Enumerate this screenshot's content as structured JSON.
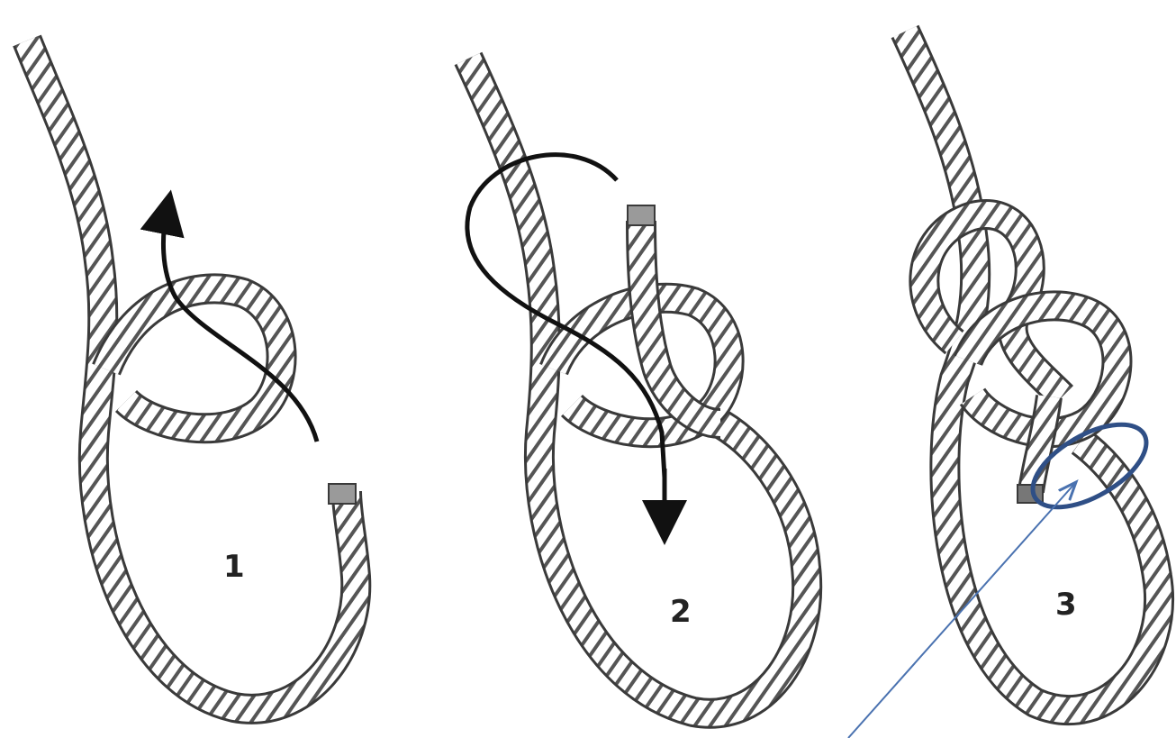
{
  "steps": [
    {
      "number": "1"
    },
    {
      "number": "2"
    },
    {
      "number": "3"
    }
  ],
  "colors": {
    "rope_outline": "#3a3a3a",
    "rope_body": "#ffffff",
    "rope_stripe": "#555555",
    "rope_end": "#9a9a9a",
    "arrow": "#111111",
    "highlight": "#2f4f86",
    "pointer": "#4a72b0"
  },
  "icons": {
    "direction_arrow": "arrow-up-curved",
    "down_arrow": "arrow-down",
    "highlight_ellipse": "ellipse-outline",
    "pointer_line": "pointer-arrow"
  }
}
